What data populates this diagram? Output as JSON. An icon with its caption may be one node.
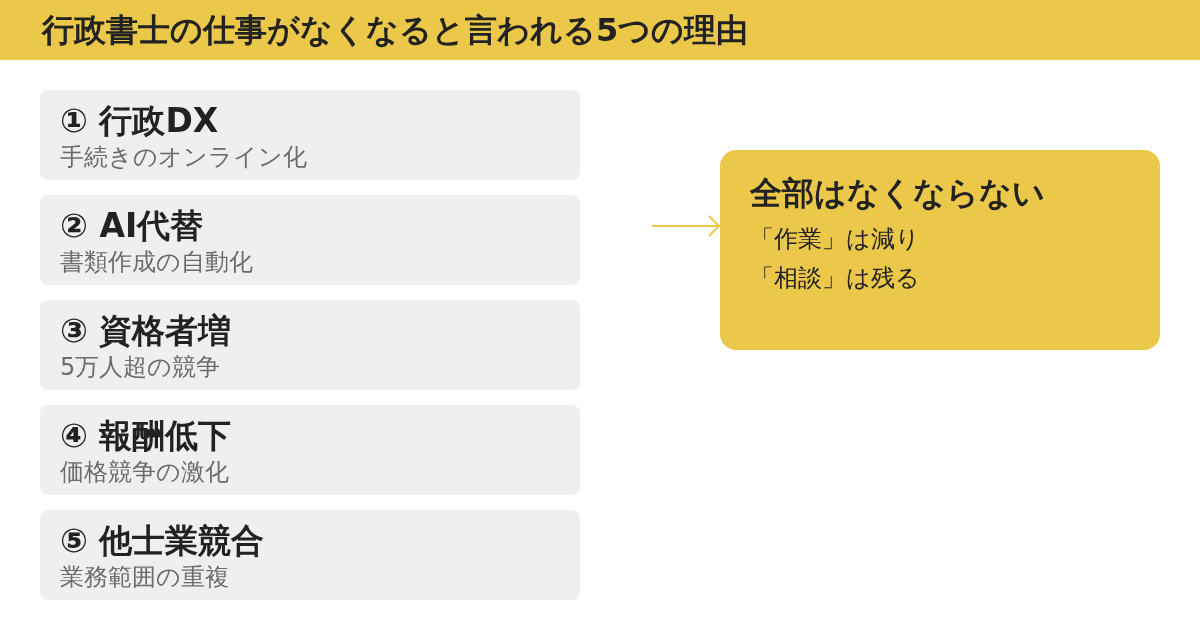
{
  "diagram": {
    "title": "行政書士の仕事がなくなると言われる5つの理由",
    "nodes": [
      {
        "text": [
          "① 行政DX",
          "手続きのオンライン化"
        ]
      },
      {
        "text": [
          "② AI代替",
          "書類作成の自動化"
        ]
      },
      {
        "text": [
          "③ 資格者増",
          "5万人超の競争"
        ]
      },
      {
        "text": [
          "④ 報酬低下",
          "価格競争の激化"
        ]
      },
      {
        "text": [
          "⑤ 他士業競合",
          "業務範囲の重複"
        ]
      },
      {
        "text": [
          "全部はなくならない",
          "「作業」は減り",
          "「相談」は残る"
        ]
      }
    ],
    "edges": [
      {
        "from": null,
        "to": 5,
        "arrow": "to"
      }
    ]
  }
}
